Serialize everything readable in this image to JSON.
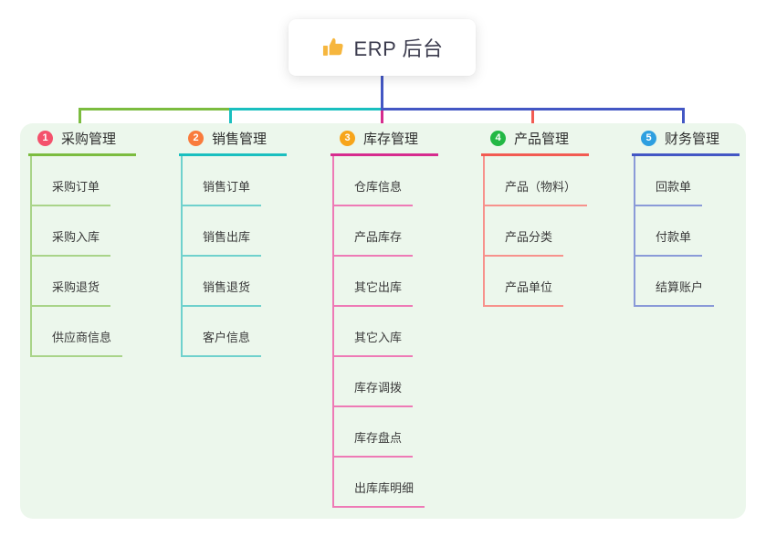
{
  "root": {
    "label": "ERP 后台",
    "icon": "thumbs-up-icon",
    "icon_color": "#f6b63e"
  },
  "canvas": {
    "background": "#ffffff",
    "panel_background": "#ecf7ec"
  },
  "branches": [
    {
      "index": "1",
      "title": "采购管理",
      "badge_color": "#f4516c",
      "line_color": "#7bbc3f",
      "child_line_color": "#a9d489",
      "children": [
        "采购订单",
        "采购入库",
        "采购退货",
        "供应商信息"
      ]
    },
    {
      "index": "2",
      "title": "销售管理",
      "badge_color": "#f97b3c",
      "line_color": "#1abfbf",
      "child_line_color": "#6fd1cd",
      "children": [
        "销售订单",
        "销售出库",
        "销售退货",
        "客户信息"
      ]
    },
    {
      "index": "3",
      "title": "库存管理",
      "badge_color": "#f7a51b",
      "line_color": "#d62c8e",
      "child_line_color": "#ee7ab6",
      "children": [
        "仓库信息",
        "产品库存",
        "其它出库",
        "其它入库",
        "库存调拨",
        "库存盘点",
        "出库库明细"
      ]
    },
    {
      "index": "4",
      "title": "产品管理",
      "badge_color": "#23b845",
      "line_color": "#f25b52",
      "child_line_color": "#f7928c",
      "children": [
        "产品（物料）",
        "产品分类",
        "产品单位"
      ]
    },
    {
      "index": "5",
      "title": "财务管理",
      "badge_color": "#2e9fe0",
      "line_color": "#4357c4",
      "child_line_color": "#8a9ad8",
      "children": [
        "回款单",
        "付款单",
        "结算账户"
      ]
    }
  ]
}
